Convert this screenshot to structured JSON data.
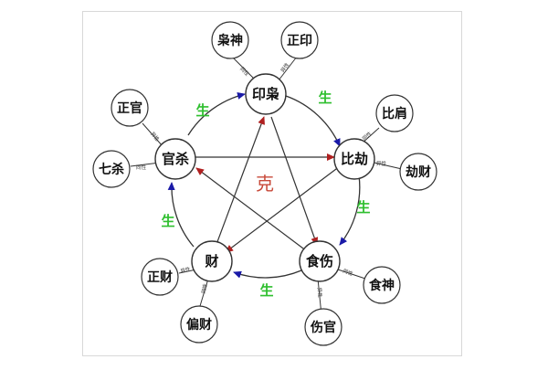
{
  "nodes": {
    "yin_xiao": "印枭",
    "bi_jie": "比劫",
    "shi_shang": "食伤",
    "cai": "财",
    "guan_sha": "官杀"
  },
  "satellites": {
    "xiao_shen": "枭神",
    "zheng_yin": "正印",
    "bi_jian": "比肩",
    "jie_cai": "劫财",
    "shi_shen": "食神",
    "shang_guan": "伤官",
    "zheng_cai": "正财",
    "pian_cai": "偏财",
    "zheng_guan": "正官",
    "qi_sha": "七杀"
  },
  "relations": {
    "tong": "同性",
    "yi": "异性"
  },
  "generate_label": "生",
  "control_label": "克",
  "colors": {
    "generate_arrow": "#1a1aa8",
    "control_arrow": "#b02020",
    "generate_text": "#2fbf2f",
    "control_text": "#c84a3a",
    "circle_stroke": "#333333"
  }
}
